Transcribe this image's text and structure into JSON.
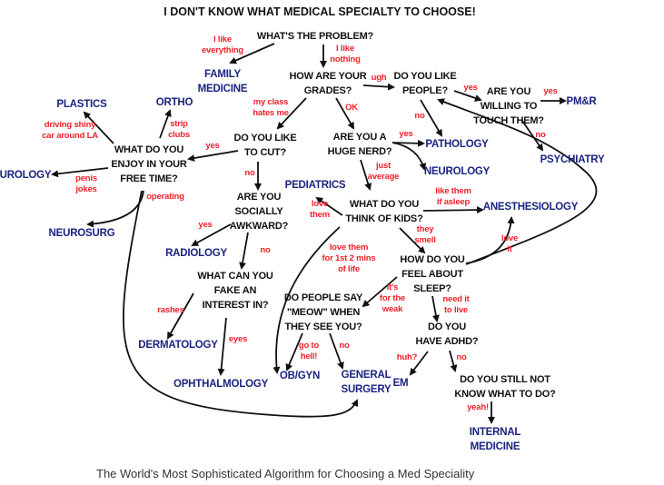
{
  "title": "I DON'T KNOW WHAT MEDICAL SPECIALTY TO CHOOSE!",
  "caption": "The World's Most Sophisticated Algorithm for Choosing a Med Speciality",
  "colors": {
    "question": "#111111",
    "outcome": "#1a2380",
    "label": "#f0202a"
  },
  "questions": {
    "problem": "WHAT'S THE PROBLEM?",
    "grades": "HOW ARE YOUR\nGRADES?",
    "people": "DO YOU LIKE\nPEOPLE?",
    "touch": "ARE YOU\nWILLING TO\nTOUCH THEM?",
    "nerd": "ARE YOU A\nHUGE NERD?",
    "cut": "DO YOU LIKE\nTO CUT?",
    "free_time": "WHAT DO YOU\nENJOY IN YOUR\nFREE TIME?",
    "awkward": "ARE YOU\nSOCIALLY\nAWKWARD?",
    "kids": "WHAT DO YOU\nTHINK OF KIDS?",
    "fake": "WHAT CAN YOU\nFAKE AN\nINTEREST IN?",
    "sleep": "HOW DO YOU\nFEEL ABOUT\nSLEEP?",
    "meow": "DO PEOPLE SAY\n\"MEOW\" WHEN\nTHEY SEE YOU?",
    "adhd": "DO YOU\nHAVE ADHD?",
    "still": "DO YOU STILL NOT\nKNOW WHAT TO DO?"
  },
  "outcomes": {
    "family": "FAMILY\nMEDICINE",
    "plastics": "PLASTICS",
    "ortho": "ORTHO",
    "urology": "UROLOGY",
    "neurosurg": "NEUROSURG",
    "pmr": "PM&R",
    "pathology": "PATHOLOGY",
    "neurology": "NEUROLOGY",
    "pediatrics": "PEDIATRICS",
    "anesthesiology": "ANESTHESIOLOGY",
    "radiology": "RADIOLOGY",
    "psychiatry": "PSYCHIATRY",
    "dermatology": "DERMATOLOGY",
    "ophthalmology": "OPHTHALMOLOGY",
    "obgyn": "OB/GYN",
    "general_surgery": "GENERAL\nSURGERY",
    "em": "EM",
    "internal": "INTERNAL\nMEDICINE"
  },
  "labels": {
    "everything": "I like\neverything",
    "nothing": "I like\nnothing",
    "ugh": "ugh",
    "people_yes": "yes",
    "touch_yes": "yes",
    "hates": "my class\nhates me",
    "ok": "OK",
    "people_no": "no",
    "nerd_yes": "yes",
    "touch_no": "no",
    "strip": "strip\nclubs",
    "driving": "driving shiny\ncar around LA",
    "cut_yes": "yes",
    "penis": "penis\njokes",
    "operating": "operating",
    "cut_no": "no",
    "average": "just\naverage",
    "asleep": "like them\nif asleep",
    "love_them": "love\nthem",
    "awk_yes": "yes",
    "awk_no": "no",
    "smell": "they\nsmell",
    "love_it": "love\nit",
    "two_mins": "love them\nfor 1st 2 mins\nof life",
    "rashes": "rashes",
    "weak": "it's\nfor the\nweak",
    "need": "need it\nto live",
    "eyes": "eyes",
    "hell": "go to\nhell!",
    "meow_no": "no",
    "huh": "huh?",
    "adhd_no": "no",
    "yeah": "yeah!"
  }
}
